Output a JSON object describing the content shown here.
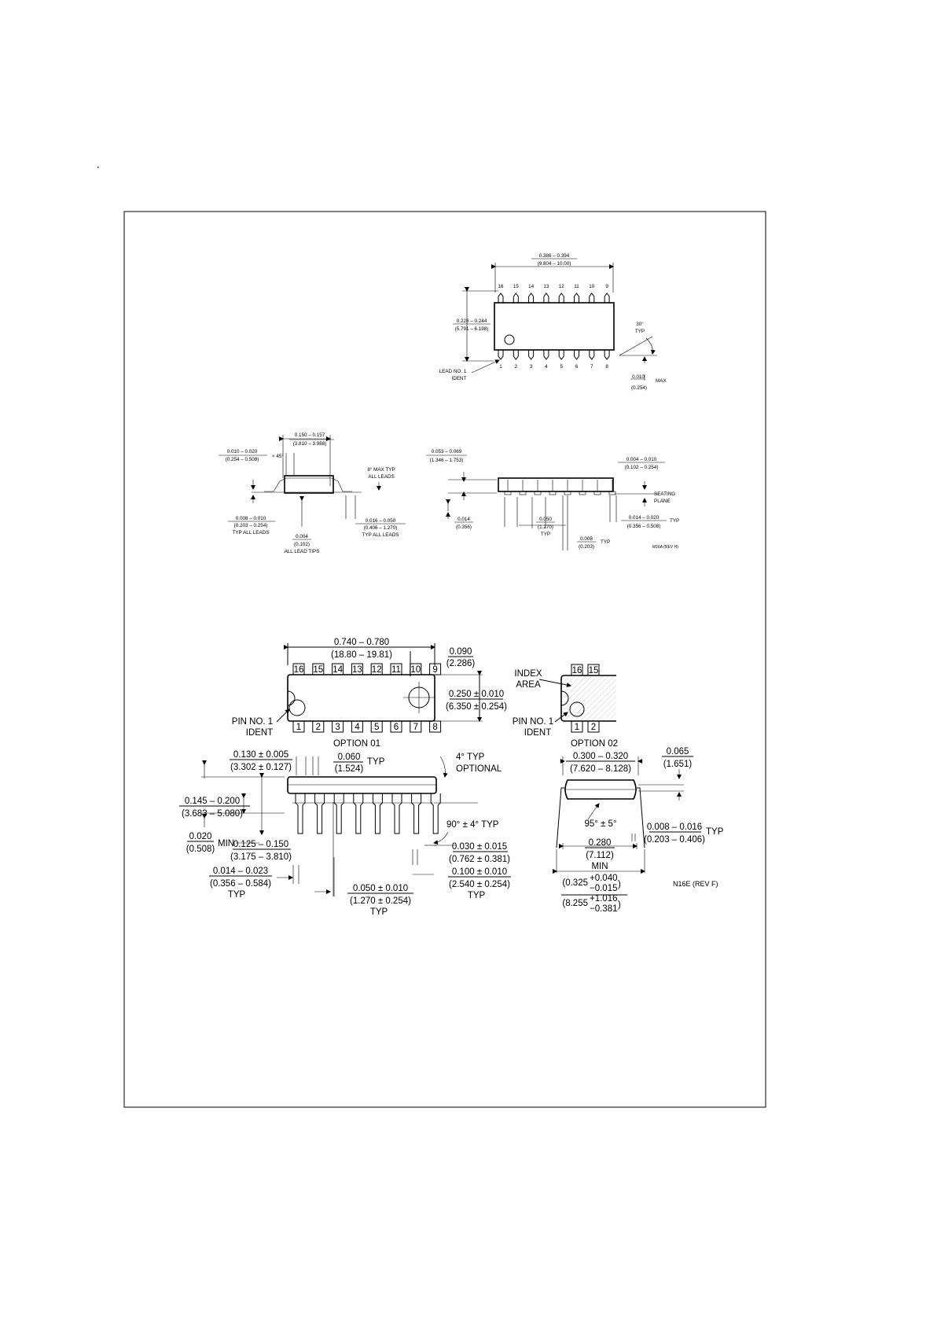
{
  "soic_top": {
    "length": "0.386 – 0.394",
    "length_mm": "(9.804 – 10.00)",
    "width": "0.228 – 0.244",
    "width_mm": "(5.791 – 6.198)",
    "top_pins": [
      "16",
      "15",
      "14",
      "13",
      "12",
      "11",
      "10",
      "9"
    ],
    "bottom_pins": [
      "1",
      "2",
      "3",
      "4",
      "5",
      "6",
      "7",
      "8"
    ],
    "angle": "30°",
    "angle_typ": "TYP",
    "lead_ident_1": "LEAD NO. 1",
    "lead_ident_2": "IDENT",
    "max_dim": "0.010",
    "max_word": "MAX",
    "max_dim_mm": "(0.254)"
  },
  "soic_end": {
    "width": "0.150 – 0.157",
    "width_mm": "(3.810 – 3.988)",
    "chamfer": "0.010 – 0.020",
    "chamfer_mm": "(0.254 – 0.508)",
    "chamfer_angle": "× 45°",
    "max_typ_1": "8° MAX TYP",
    "max_typ_2": "ALL LEADS",
    "lead_thk": "0.008 – 0.010",
    "lead_thk_mm": "(0.203 – 0.254)",
    "lead_thk_note": "TYP ALL LEADS",
    "tip": "0.004",
    "tip_mm": "(0.102)",
    "tip_note": "ALL LEAD TIPS",
    "foot": "0.016 – 0.050",
    "foot_mm": "(0.406 – 1.270)",
    "foot_note": "TYP ALL LEADS"
  },
  "soic_side": {
    "height": "0.053 – 0.069",
    "height_mm": "(1.346 – 1.753)",
    "standoff": "0.004 – 0.010",
    "standoff_mm": "(0.102 – 0.254)",
    "seating_1": "SEATING",
    "seating_2": "PLANE",
    "pitch_h": "0.014",
    "pitch_h_mm": "(0.356)",
    "pitch": "0.050",
    "pitch_mm": "(1.270)",
    "pitch_typ": "TYP",
    "lead_w": "0.014 – 0.020",
    "lead_w_typ": "TYP",
    "lead_w_mm": "(0.356 – 0.508)",
    "lead_t": "0.008",
    "lead_t_typ": "TYP",
    "lead_t_mm": "(0.203)",
    "rev": "M16A (REV H)"
  },
  "dip_top": {
    "length": "0.740 – 0.780",
    "length_mm": "(18.80 – 19.81)",
    "end": "0.090",
    "end_mm": "(2.286)",
    "width": "0.250 ± 0.010",
    "width_mm": "(6.350 ± 0.254)",
    "top_pins": [
      "16",
      "15",
      "14",
      "13",
      "12",
      "11",
      "10",
      "9"
    ],
    "bottom_pins": [
      "1",
      "2",
      "3",
      "4",
      "5",
      "6",
      "7",
      "8"
    ],
    "pin_ident_1": "PIN NO. 1",
    "pin_ident_2": "IDENT",
    "option": "OPTION 01"
  },
  "dip_opt2": {
    "index_1": "INDEX",
    "index_2": "AREA",
    "top_pins": [
      "16",
      "15"
    ],
    "bottom_pins": [
      "1",
      "2"
    ],
    "pin_ident_1": "PIN NO. 1",
    "pin_ident_2": "IDENT",
    "option": "OPTION 02"
  },
  "dip_side": {
    "shoulder": "0.130 ± 0.005",
    "shoulder_mm": "(3.302 ± 0.127)",
    "lead_w": "0.060",
    "lead_w_mm": "(1.524)",
    "lead_w_typ": "TYP",
    "draft": "4° TYP",
    "draft_note": "OPTIONAL",
    "body_h": "0.145 – 0.200",
    "body_h_mm": "(3.683 – 5.080)",
    "standoff": "0.020",
    "standoff_mm": "(0.508)",
    "standoff_min": "MIN",
    "lead_angle": "90° ± 4° TYP",
    "lead_len": "0.125 – 0.150",
    "lead_len_mm": "(3.175 – 3.810)",
    "lead_tip": "0.030 ± 0.015",
    "lead_tip_mm": "(0.762 ± 0.381)",
    "lead_thk": "0.014 – 0.023",
    "lead_thk_mm": "(0.356 – 0.584)",
    "lead_thk_typ": "TYP",
    "pitch": "0.050 ± 0.010",
    "pitch_mm": "(1.270 ± 0.254)",
    "pitch_typ": "TYP",
    "row": "0.100 ± 0.010",
    "row_mm": "(2.540 ± 0.254)",
    "row_typ": "TYP"
  },
  "dip_end": {
    "width": "0.300 – 0.320",
    "width_mm": "(7.620 – 8.128)",
    "shoulder": "0.065",
    "shoulder_mm": "(1.651)",
    "angle": "95° ± 5°",
    "lead_thk": "0.008 – 0.016",
    "lead_thk_typ": "TYP",
    "lead_thk_mm": "(0.203 – 0.406)",
    "span": "0.280",
    "span_mm": "(7.112)",
    "span_min": "MIN",
    "row_in": "(0.325",
    "row_in_tol_hi": "+0.040",
    "row_in_tol_lo": "−0.015",
    "row_mm": "(8.255",
    "row_mm_tol_hi": "+1.016",
    "row_mm_tol_lo": "−0.381",
    "rev": "N16E (REV F)"
  }
}
